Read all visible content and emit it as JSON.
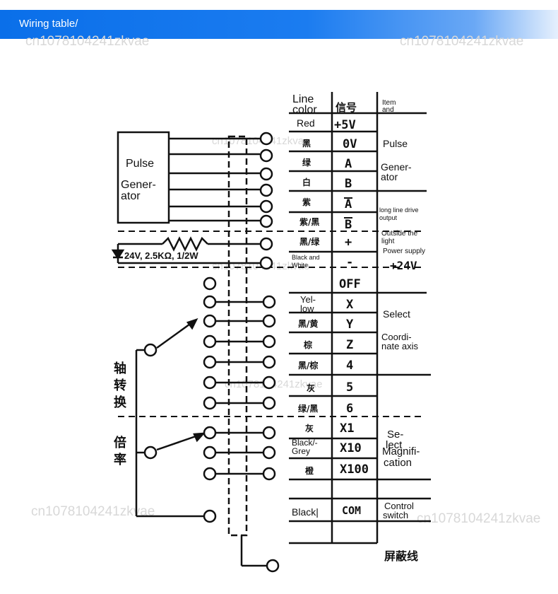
{
  "banner": {
    "title": "Wiring table/"
  },
  "watermark": "cn1078104241zkvae",
  "header": {
    "line_color": [
      "Line",
      "color"
    ],
    "signal": "信号",
    "item": [
      "Item",
      "and"
    ]
  },
  "left": {
    "pulse": "Pulse",
    "gener": "Gener-",
    "ator": "ator",
    "resistor": "24V, 2.5KΩ, 1/2W",
    "axis_switch": [
      "轴",
      "转",
      "换"
    ],
    "rate": [
      "倍",
      "率"
    ]
  },
  "rows": [
    {
      "color": "Red",
      "signal": "+5V"
    },
    {
      "color": "黑",
      "signal": "0V"
    },
    {
      "color": "绿",
      "signal": "A"
    },
    {
      "color": "白",
      "signal": "B"
    },
    {
      "color": "紫",
      "signal": "A"
    },
    {
      "color": "紫/黑",
      "signal": "B"
    },
    {
      "color": "黑/绿",
      "signal": "+"
    },
    {
      "color": "Black and White",
      "signal": "-"
    },
    {
      "color": "",
      "signal": "OFF"
    },
    {
      "color": "Yel- low",
      "signal": "X"
    },
    {
      "color": "黑/黄",
      "signal": "Y"
    },
    {
      "color": "棕",
      "signal": "Z"
    },
    {
      "color": "黑/棕",
      "signal": "4"
    },
    {
      "color": "灰",
      "signal": "5"
    },
    {
      "color": "绿/黑",
      "signal": "6"
    },
    {
      "color": "灰",
      "signal": "X1"
    },
    {
      "color": "Black/- Grey",
      "signal": "X10"
    },
    {
      "color": "橙",
      "signal": "X100"
    },
    {
      "color": "Black|",
      "signal": "COM"
    }
  ],
  "shield": "屏蔽线",
  "desc": {
    "pulse": "Pulse",
    "generator": [
      "Gener-",
      "ator"
    ],
    "long_line": [
      "long line drive",
      "output"
    ],
    "outside": [
      "Outside the",
      "light"
    ],
    "power_supply": "Power supply",
    "v24": "+24V",
    "select": "Select",
    "coordinate": [
      "Coordi-",
      "nate axis"
    ],
    "se_lect": [
      "Se-",
      "lect"
    ],
    "magnification": [
      "Magnifi-",
      "cation"
    ],
    "control": [
      "Control",
      "switch"
    ]
  }
}
